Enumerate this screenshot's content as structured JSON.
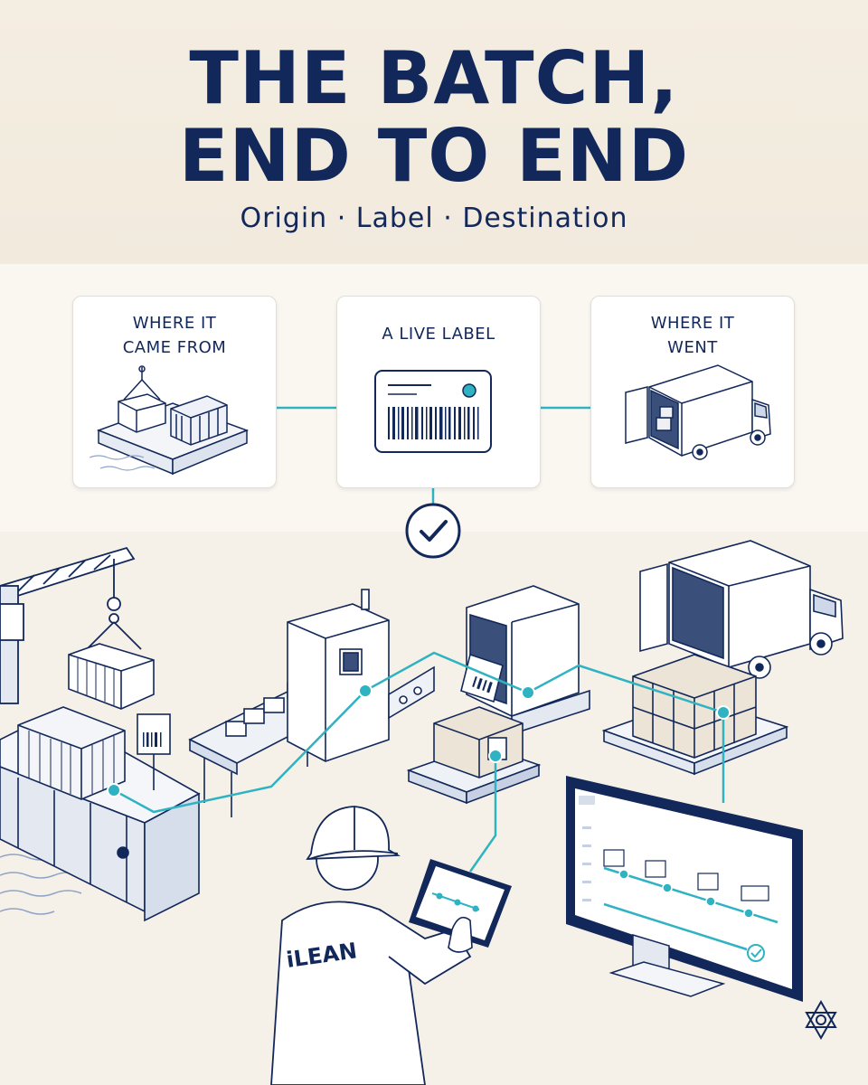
{
  "header": {
    "title_line1": "THE BATCH,",
    "title_line2": "END TO END",
    "subtitle": "Origin · Label · Destination"
  },
  "cards": [
    {
      "id": "origin",
      "title_line1": "WHERE IT",
      "title_line2": "CAME FROM"
    },
    {
      "id": "label",
      "title_line1": "A LIVE LABEL",
      "title_line2": ""
    },
    {
      "id": "destination",
      "title_line1": "WHERE IT",
      "title_line2": "WENT"
    }
  ],
  "worker": {
    "jacket_text": "iLEAN"
  },
  "colors": {
    "navy": "#12285a",
    "teal": "#2fb3c2",
    "background": "#f7f2e8",
    "card": "#ffffff"
  },
  "icons": [
    "crane-icon",
    "container-icon",
    "barcode-label-icon",
    "truck-icon",
    "check-icon",
    "brand-logo-icon"
  ]
}
